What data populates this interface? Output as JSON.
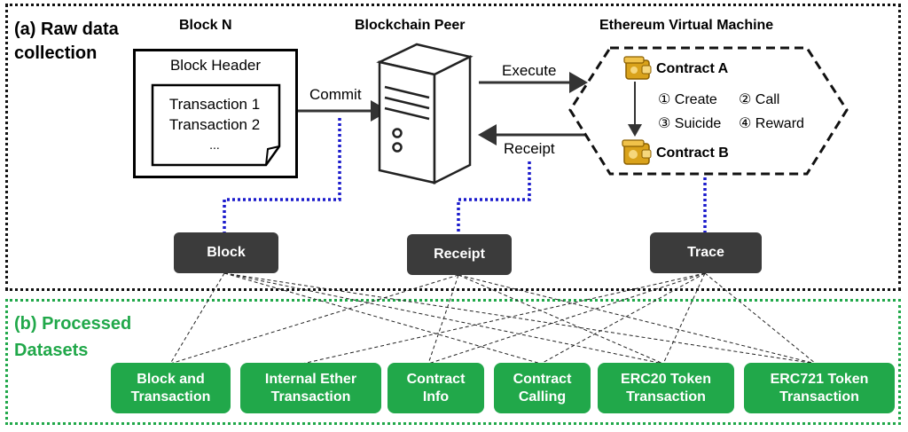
{
  "section_a": {
    "title": "(a) Raw data\ncollection"
  },
  "section_b": {
    "title": "(b) Processed\nDatasets"
  },
  "headers": {
    "block_n": "Block N",
    "peer": "Blockchain Peer",
    "evm": "Ethereum Virtual Machine"
  },
  "block": {
    "header": "Block Header",
    "transactions": [
      "Transaction 1",
      "Transaction 2",
      "..."
    ]
  },
  "arrows": {
    "commit": "Commit",
    "execute": "Execute",
    "receipt": "Receipt"
  },
  "evm": {
    "contract_a": "Contract A",
    "contract_b": "Contract B",
    "ops": [
      "① Create",
      "② Call",
      "③ Suicide",
      "④ Reward"
    ]
  },
  "raw_sources": [
    "Block",
    "Receipt",
    "Trace"
  ],
  "datasets": [
    "Block and\nTransaction",
    "Internal Ether\nTransaction",
    "Contract\nInfo",
    "Contract\nCalling",
    "ERC20 Token\nTransaction",
    "ERC721 Token\nTransaction"
  ],
  "colors": {
    "green": "#21a84a",
    "dark_box": "#3b3b3b",
    "blue_dotted": "#1a1acc",
    "wallet_gold": "#d9a21b"
  }
}
